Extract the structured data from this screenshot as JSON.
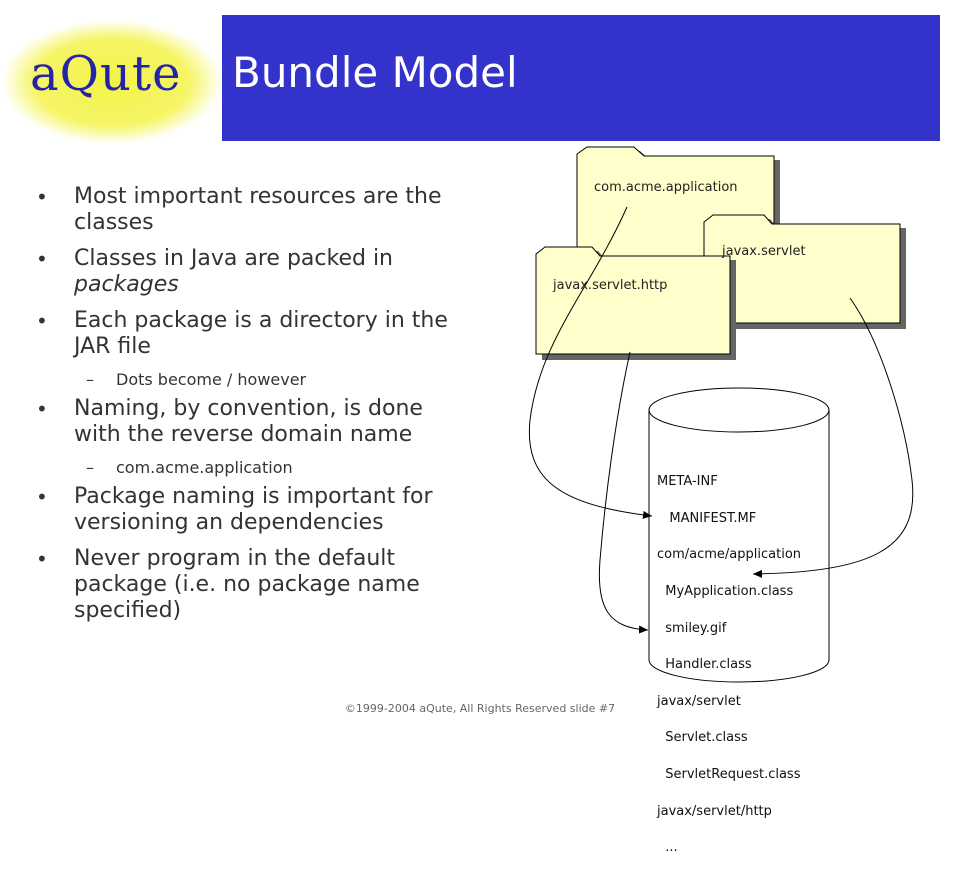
{
  "logo": {
    "text": "aQute"
  },
  "slide": {
    "title": "Bundle Model"
  },
  "bullets": [
    {
      "text": "Most important resources are the classes"
    },
    {
      "text": "Classes in Java are packed in ",
      "italic": "packages"
    },
    {
      "text": "Each package is a directory in the JAR file",
      "sub": "Dots become / however"
    },
    {
      "text": "Naming, by convention, is done with the reverse domain name",
      "sub": "com.acme.application"
    },
    {
      "text": "Package naming is important for versioning an dependencies"
    },
    {
      "text": "Never program in the default package (i.e. no package name specified)"
    }
  ],
  "diagram": {
    "folders": {
      "acme": "com.acme.application",
      "servlet": "javax.servlet",
      "http": "javax.servlet.http"
    },
    "jar_entries": [
      "META-INF",
      "   MANIFEST.MF",
      "com/acme/application",
      "  MyApplication.class",
      "  smiley.gif",
      "  Handler.class",
      "javax/servlet",
      "  Servlet.class",
      "  ServletRequest.class",
      "javax/servlet/http",
      "  ..."
    ]
  },
  "footer": {
    "text": "©1999-2004 aQute, All Rights Reserved slide #7"
  },
  "colors": {
    "title_bar": "#3333cc",
    "logo_glow": "#f5f542",
    "folder_fill": "#ffffcc"
  }
}
